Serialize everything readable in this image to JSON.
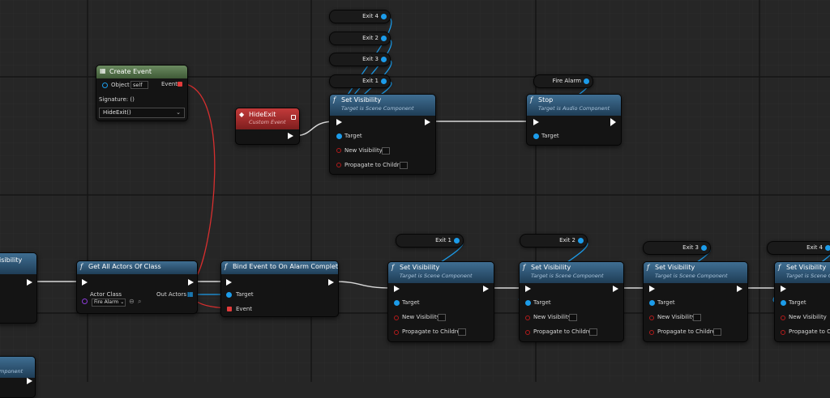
{
  "colors": {
    "exec_wire": "#d9d9d9",
    "object_wire": "#1c9cea",
    "delegate_wire": "#d62f2f",
    "func_header": "#2f5878",
    "event_header": "#a32828",
    "create_event_header": "#577a4c",
    "background": "#262626"
  },
  "create_event": {
    "title": "Create Event",
    "object_label": "Object",
    "object_value": "self",
    "event_label": "Event",
    "signature_label": "Signature: ()",
    "dropdown_value": "HideExit()"
  },
  "hide_exit": {
    "title": "HideExit",
    "subtitle": "Custom Event"
  },
  "vars_top": [
    {
      "label": "Exit 4"
    },
    {
      "label": "Exit 2"
    },
    {
      "label": "Exit 3"
    },
    {
      "label": "Exit 1"
    }
  ],
  "fire_alarm_var": {
    "label": "Fire Alarm"
  },
  "set_vis_top": {
    "title": "Set Visibility",
    "subtitle": "Target is Scene Component",
    "target": "Target",
    "new_visibility": "New Visibility",
    "propagate": "Propagate to Children"
  },
  "stop": {
    "title": "Stop",
    "subtitle": "Target is Audio Component",
    "target": "Target"
  },
  "left_partial": {
    "title": "isibility"
  },
  "bottom_partial": {
    "title": "mponent"
  },
  "get_all_actors": {
    "title": "Get All Actors Of Class",
    "actor_class_label": "Actor Class",
    "actor_class_value": "Fire Alarm",
    "out_actors": "Out Actors"
  },
  "bind_event": {
    "title": "Bind Event to On Alarm Complete",
    "target": "Target",
    "event": "Event"
  },
  "vars_bottom": [
    {
      "label": "Exit 1"
    },
    {
      "label": "Exit 2"
    },
    {
      "label": "Exit 3"
    },
    {
      "label": "Exit 4"
    }
  ],
  "set_vis_bottom": [
    {
      "title": "Set Visibility",
      "subtitle": "Target is Scene Component",
      "target": "Target",
      "new_visibility": "New Visibility",
      "propagate": "Propagate to Children"
    },
    {
      "title": "Set Visibility",
      "subtitle": "Target is Scene Component",
      "target": "Target",
      "new_visibility": "New Visibility",
      "propagate": "Propagate to Children"
    },
    {
      "title": "Set Visibility",
      "subtitle": "Target is Scene Component",
      "target": "Target",
      "new_visibility": "New Visibility",
      "propagate": "Propagate to Children"
    },
    {
      "title": "Set Visibility",
      "subtitle": "Target is Scene Component",
      "target": "Target",
      "new_visibility": "New Visibility",
      "propagate": "Propagate to Children"
    }
  ]
}
